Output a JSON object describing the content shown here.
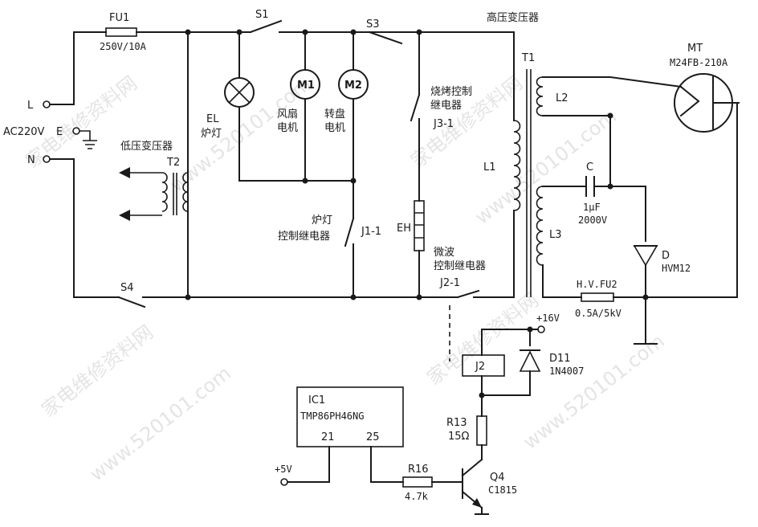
{
  "watermark": {
    "zh": "家电维修资料网",
    "url": "www.520101.com"
  },
  "mains": {
    "L": "L",
    "E": "E",
    "N": "N",
    "voltage": "AC220V"
  },
  "fuse1": {
    "ref": "FU1",
    "rating": "250V/10A"
  },
  "switches": {
    "s1": "S1",
    "s3": "S3",
    "s4": "S4"
  },
  "lamp": {
    "ref": "EL",
    "name": "炉灯"
  },
  "fan_motor": {
    "ref": "M1",
    "name_l1": "风扇",
    "name_l2": "电机"
  },
  "turntable_motor": {
    "ref": "M2",
    "name_l1": "转盘",
    "name_l2": "电机"
  },
  "low_transformer": {
    "name": "低压变压器",
    "ref": "T2"
  },
  "grill_relay": {
    "name_l1": "烧烤控制",
    "name_l2": "继电器",
    "contact": "J3-1"
  },
  "lamp_relay": {
    "name_l1": "炉灯",
    "name_l2": "控制继电器",
    "contact": "J1-1"
  },
  "microwave_relay": {
    "name_l1": "微波",
    "name_l2": "控制继电器",
    "contact": "J2-1"
  },
  "heater": {
    "ref": "EH"
  },
  "hv_transformer": {
    "name": "高压变压器",
    "ref": "T1",
    "primary": "L1",
    "filament": "L2",
    "secondary": "L3"
  },
  "magnetron": {
    "ref": "MT",
    "model": "M24FB-210A"
  },
  "capacitor": {
    "ref": "C",
    "value": "1μF",
    "voltage": "2000V"
  },
  "hv_diode": {
    "ref": "D",
    "model": "HVM12"
  },
  "hv_fuse": {
    "ref": "H.V.FU2",
    "rating": "0.5A/5kV"
  },
  "relay_coil": {
    "ref": "J2"
  },
  "diode11": {
    "ref": "D11",
    "model": "1N4007"
  },
  "supply16": {
    "label": "+16V"
  },
  "supply5": {
    "label": "+5V"
  },
  "ic1": {
    "ref": "IC1",
    "model": "TMP86PH46NG",
    "pin_a": "21",
    "pin_b": "25"
  },
  "r13": {
    "ref": "R13",
    "value": "15Ω"
  },
  "r16": {
    "ref": "R16",
    "value": "4.7k"
  },
  "q4": {
    "ref": "Q4",
    "model": "C1815"
  }
}
